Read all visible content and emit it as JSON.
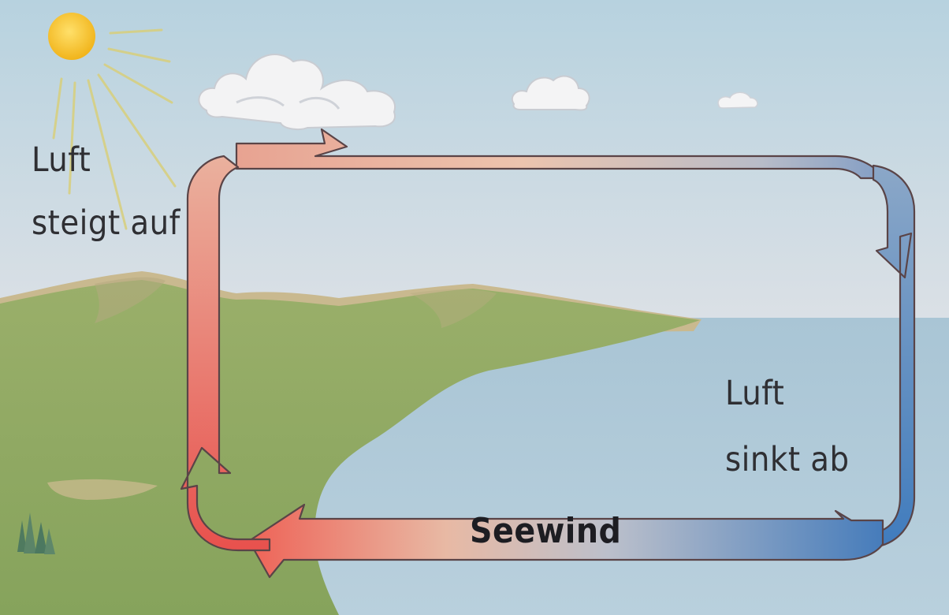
{
  "labels": {
    "rise_line1": "Luft",
    "rise_line2": "steigt auf",
    "sink_line1": "Luft",
    "sink_line2": "sinkt ab",
    "wind": "Seewind"
  },
  "colors": {
    "sky_top": "#b9d3df",
    "sky_bottom": "#dfe3e7",
    "sea": "#a9c6d6",
    "land": "#8faa62",
    "hills": "#c9b88c",
    "sun": "#f6c12c",
    "warm": "#e8514d",
    "cool": "#3f7bbd"
  },
  "icons": [
    "sun-icon",
    "cloud-icon",
    "tree-icon",
    "arrow-icon"
  ]
}
